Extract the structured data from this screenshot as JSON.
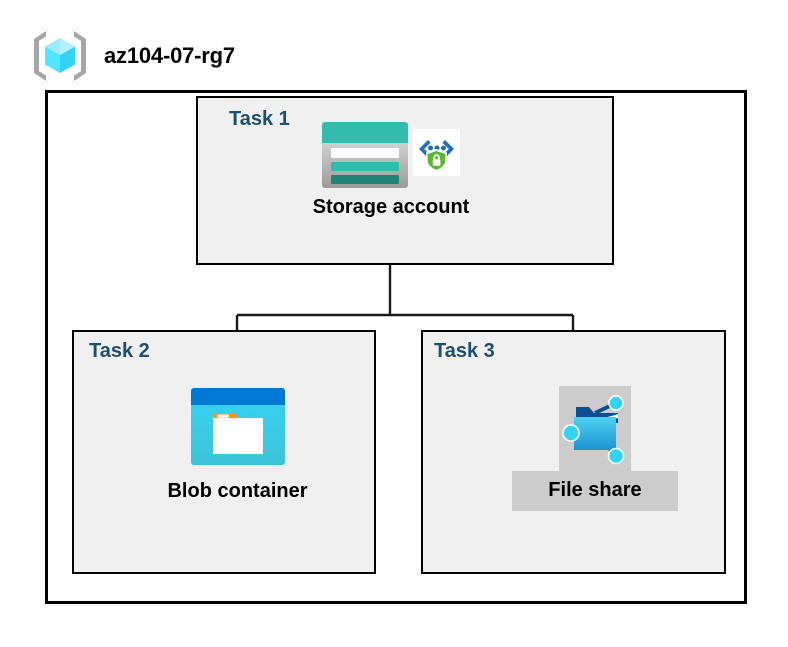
{
  "diagram": {
    "title": "az104-07-rg7",
    "resource_group_icon": "resource-group-cube-icon",
    "outer_container_label": "resource-group-boundary",
    "colors": {
      "task_label": "#1b4f72",
      "task_box_fill": "#f0f0f0",
      "border": "#000000",
      "canvas": "#ffffff",
      "selection_highlight": "#cccccc",
      "storage_teal": "#32bcad",
      "storage_teal_dark": "#1e8476",
      "blob_blue": "#0078d4",
      "blob_cyan": "#32c8ec",
      "blob_orange": "#f7941e",
      "fileshare_cyan": "#32c8ec",
      "fileshare_blue": "#1b93d3",
      "fileshare_navy": "#0b4f93",
      "shield_green": "#5bb832",
      "bracket_gray": "#a0a0a0",
      "cube_cyan": "#50e6ff"
    }
  },
  "tasks": [
    {
      "id": "task1",
      "label": "Task 1",
      "node_caption": "Storage account",
      "icons": [
        "storage-account-icon",
        "secure-endpoint-icon"
      ],
      "selected": false
    },
    {
      "id": "task2",
      "label": "Task 2",
      "node_caption": "Blob container",
      "icons": [
        "blob-container-icon"
      ],
      "selected": false
    },
    {
      "id": "task3",
      "label": "Task 3",
      "node_caption": "File share",
      "icons": [
        "file-share-icon"
      ],
      "selected": true
    }
  ],
  "connections": [
    {
      "from": "Storage account",
      "to": "Blob container"
    },
    {
      "from": "Storage account",
      "to": "File share"
    }
  ]
}
